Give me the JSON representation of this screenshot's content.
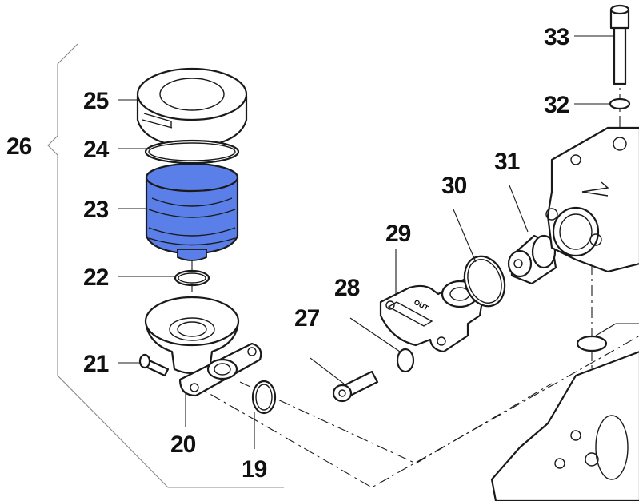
{
  "diagram": {
    "callouts": [
      {
        "id": "19",
        "text": "19"
      },
      {
        "id": "20",
        "text": "20"
      },
      {
        "id": "21",
        "text": "21"
      },
      {
        "id": "22",
        "text": "22"
      },
      {
        "id": "23",
        "text": "23"
      },
      {
        "id": "24",
        "text": "24"
      },
      {
        "id": "25",
        "text": "25"
      },
      {
        "id": "26",
        "text": "26"
      },
      {
        "id": "27",
        "text": "27"
      },
      {
        "id": "28",
        "text": "28"
      },
      {
        "id": "29",
        "text": "29"
      },
      {
        "id": "30",
        "text": "30"
      },
      {
        "id": "31",
        "text": "31"
      },
      {
        "id": "32",
        "text": "32"
      },
      {
        "id": "33",
        "text": "33"
      }
    ],
    "part_marking": "OUT",
    "highlight_color": "#5b7fe8"
  }
}
